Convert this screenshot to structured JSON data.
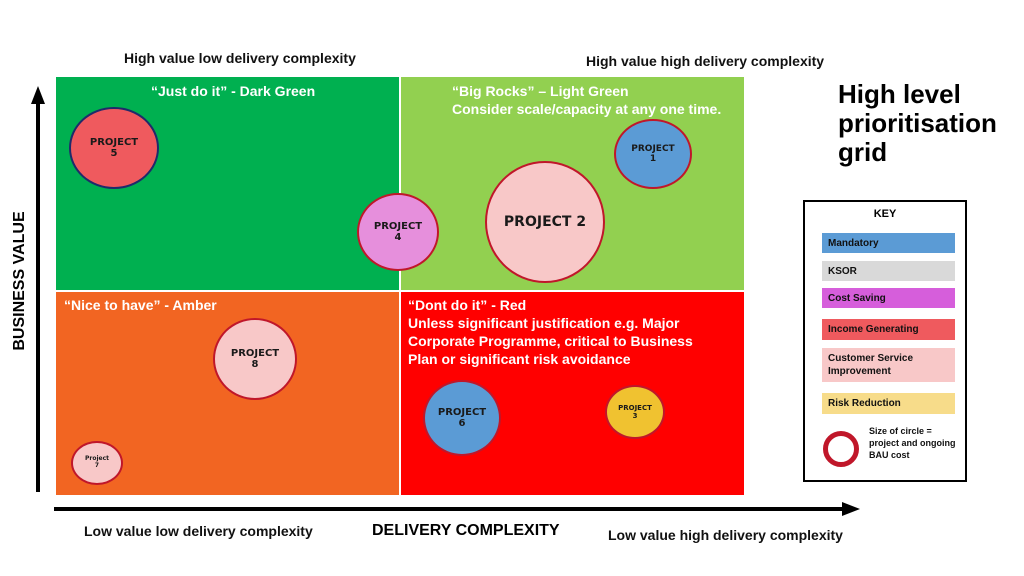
{
  "title": [
    "High level",
    "prioritisation",
    "grid"
  ],
  "corners": {
    "top_left": "High value low delivery complexity",
    "top_right": "High value high delivery complexity",
    "bottom_left": "Low value low delivery complexity",
    "bottom_right": "Low value  high delivery complexity"
  },
  "axes": {
    "y": "BUSINESS VALUE",
    "x": "DELIVERY COMPLEXITY"
  },
  "quadrants": {
    "top_left": {
      "lines": [
        "“Just do it” - Dark Green"
      ],
      "color": "#00b050"
    },
    "top_right": {
      "lines": [
        "“Big Rocks” – Light Green",
        "Consider scale/capacity at any one time."
      ],
      "color": "#92d050"
    },
    "bottom_left": {
      "lines": [
        "“Nice to have”  - Amber"
      ],
      "color": "#f26522"
    },
    "bottom_right": {
      "lines": [
        "“Dont do it” - Red",
        "Unless significant justification e.g. Major",
        "Corporate Programme,  critical to Business",
        "Plan or significant risk avoidance"
      ],
      "color": "#ff0000"
    }
  },
  "projects": [
    {
      "id": "p5",
      "line1": "PROJECT",
      "line2": "5",
      "fill": "#ef5a5e",
      "border": "#1f2a6b"
    },
    {
      "id": "p1",
      "line1": "PROJECT",
      "line2": "1",
      "fill": "#5b9bd5",
      "border": "#c0172a"
    },
    {
      "id": "p4",
      "line1": "PROJECT",
      "line2": "4",
      "fill": "#e68fdc",
      "border": "#c0172a"
    },
    {
      "id": "p2",
      "line1": "PROJECT 2",
      "line2": "",
      "fill": "#f8c8c8",
      "border": "#c0172a"
    },
    {
      "id": "p8",
      "line1": "PROJECT",
      "line2": "8",
      "fill": "#f8c8c8",
      "border": "#c0172a"
    },
    {
      "id": "p6",
      "line1": "PROJECT",
      "line2": "6",
      "fill": "#5b9bd5",
      "border": "#c0172a"
    },
    {
      "id": "p3",
      "line1": "PROJECT",
      "line2": "3",
      "fill": "#f0c230",
      "border": "#c0172a"
    },
    {
      "id": "p7",
      "line1": "Project",
      "line2": "7",
      "fill": "#f8c8c8",
      "border": "#c0172a"
    }
  ],
  "key": {
    "heading": "KEY",
    "items": [
      {
        "label": "Mandatory",
        "color": "#5b9bd5"
      },
      {
        "label": "KSOR",
        "color": "#d9d9d9"
      },
      {
        "label": "Cost Saving",
        "color": "#d65edb"
      },
      {
        "label": "Income Generating",
        "color": "#ef5a5e"
      },
      {
        "label": "Customer Service Improvement",
        "color": "#f8c8c8"
      },
      {
        "label": "Risk Reduction",
        "color": "#f7dc8a"
      }
    ],
    "size_note": "Size of circle = project and ongoing BAU cost",
    "size_ring_color": "#c0172a"
  }
}
